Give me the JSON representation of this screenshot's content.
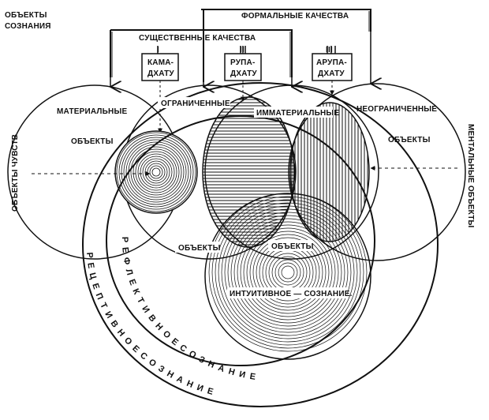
{
  "labels": {
    "objects_of_consciousness": [
      "ОБЪЕКТЫ",
      "СОЗНАНИЯ"
    ],
    "formal_qualities": "ФОРМАЛЬНЫЕ КАЧЕСТВА",
    "essential_qualities": "СУЩЕСТВЕННЫЕ КАЧЕСТВА",
    "kama_dhatu": [
      "КАМА-",
      "ДХАТУ"
    ],
    "rupa_dhatu": [
      "РУПА-",
      "ДХАТУ"
    ],
    "arupa_dhatu": [
      "АРУПА-",
      "ДХАТУ"
    ],
    "roman_one": "I",
    "roman_two": "II",
    "roman_three": "III",
    "material_objects": [
      "МАТЕРИАЛЬНЫЕ",
      "ОБЪЕКТЫ"
    ],
    "limited": "ОГРАНИЧЕННЫЕ",
    "immaterial": "ИММАТЕРИАЛЬНЫЕ",
    "unlimited_objects": [
      "НЕОГРАНИЧЕННЫЕ",
      "ОБЪЕКТЫ"
    ],
    "objects_left": "ОБЪЕКТЫ",
    "objects_right": "ОБЪЕКТЫ",
    "intuitive_consciousness": "ИНТУИТИВНОЕ — СОЗНАНИЕ.",
    "sense_objects": "ОБЪЕКТЫ ЧУВСТВ",
    "mental_objects": "МЕНТАЛЬНЫЕ ОБЪЕКТЫ",
    "reflective_consciousness": "Р Е Ф Л Е К Т И В Н О Е   С О З Н А Н И Е",
    "receptive_consciousness": "Р Е Ц Е П Т И В Н О Е   С О З Н А Н И Е"
  }
}
